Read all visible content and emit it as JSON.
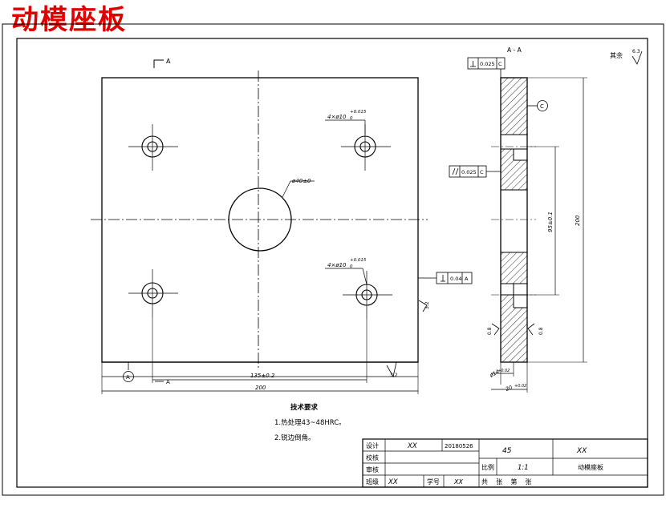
{
  "drawing": {
    "title": "动模座板",
    "section_label": "A - A",
    "view_marker": "A",
    "roughness_rest_label": "其余",
    "roughness_rest_value": "6.3"
  },
  "dims": {
    "hole_top": "4×ø10",
    "hole_top_tol": "+0.015",
    "hole_top_tol_low": "0",
    "hole_bottom": "4×ø10",
    "hole_bottom_tol": "+0.015",
    "hole_bottom_tol_low": "0",
    "center_hole": "ø40±0",
    "width_200": "200",
    "spacing_135": "135±0.2",
    "height_200": "200",
    "spacing_95": "95±0.1",
    "thick_a": "ø14",
    "thick_a_tol": "+0.02",
    "thick_b": "20",
    "thick_b_tol": "+0.02"
  },
  "tolerances": {
    "flatness_top": "0.025",
    "flatness_top_datum": "C",
    "parallel": "0.025",
    "parallel_datum": "C",
    "perp": "0.04",
    "perp_datum": "A",
    "datum_c": "C",
    "datum_a": "A"
  },
  "roughness": {
    "r1": "3.2",
    "r2": "3.2",
    "r3": "0.8",
    "r4": "0.8"
  },
  "notes": {
    "heading": "技术要求",
    "line1": "1.热处理43~48HRC。",
    "line2": "2.锐边倒角。"
  },
  "titleblock": {
    "design_label": "设计",
    "design_value": "XX",
    "date": "20180526",
    "material": "45",
    "code": "XX",
    "check_label": "校核",
    "review_label": "审核",
    "scale_label": "比例",
    "scale_value": "1:1",
    "part_name": "动模座板",
    "class_label": "班级",
    "class_value": "XX",
    "student_label": "学号",
    "student_value": "XX",
    "sheets_label": "共    张    第    张"
  }
}
